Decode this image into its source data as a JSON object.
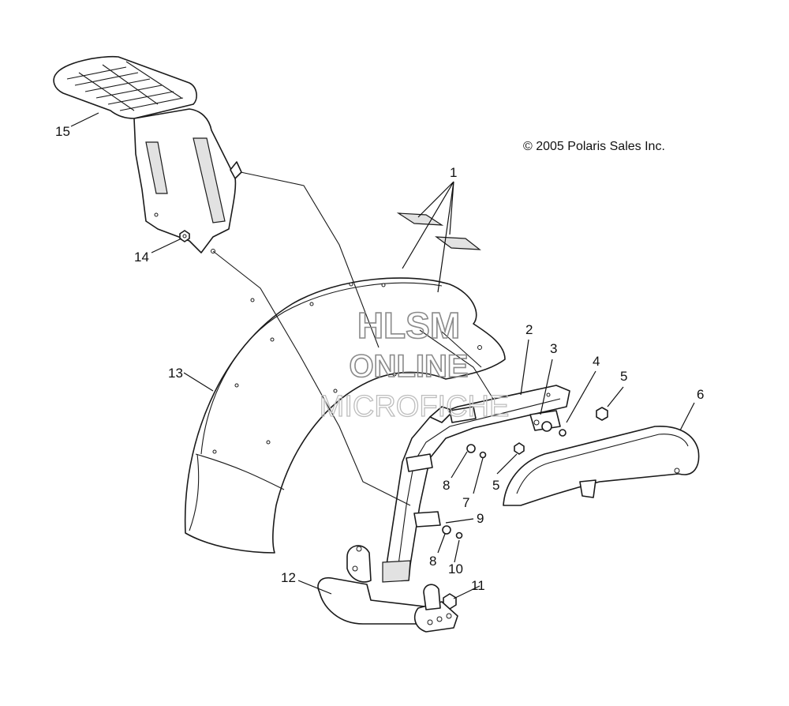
{
  "copyright": "© 2005 Polaris Sales Inc.",
  "watermark": {
    "line1": "HLSM",
    "line2": "ONLINE",
    "line3": "MICROFICHE"
  },
  "callouts": {
    "c1": "1",
    "c2": "2",
    "c3": "3",
    "c4": "4",
    "c5a": "5",
    "c5b": "5",
    "c6": "6",
    "c7": "7",
    "c8a": "8",
    "c8b": "8",
    "c9": "9",
    "c10": "10",
    "c11": "11",
    "c12": "12",
    "c13": "13",
    "c14": "14",
    "c15": "15"
  }
}
